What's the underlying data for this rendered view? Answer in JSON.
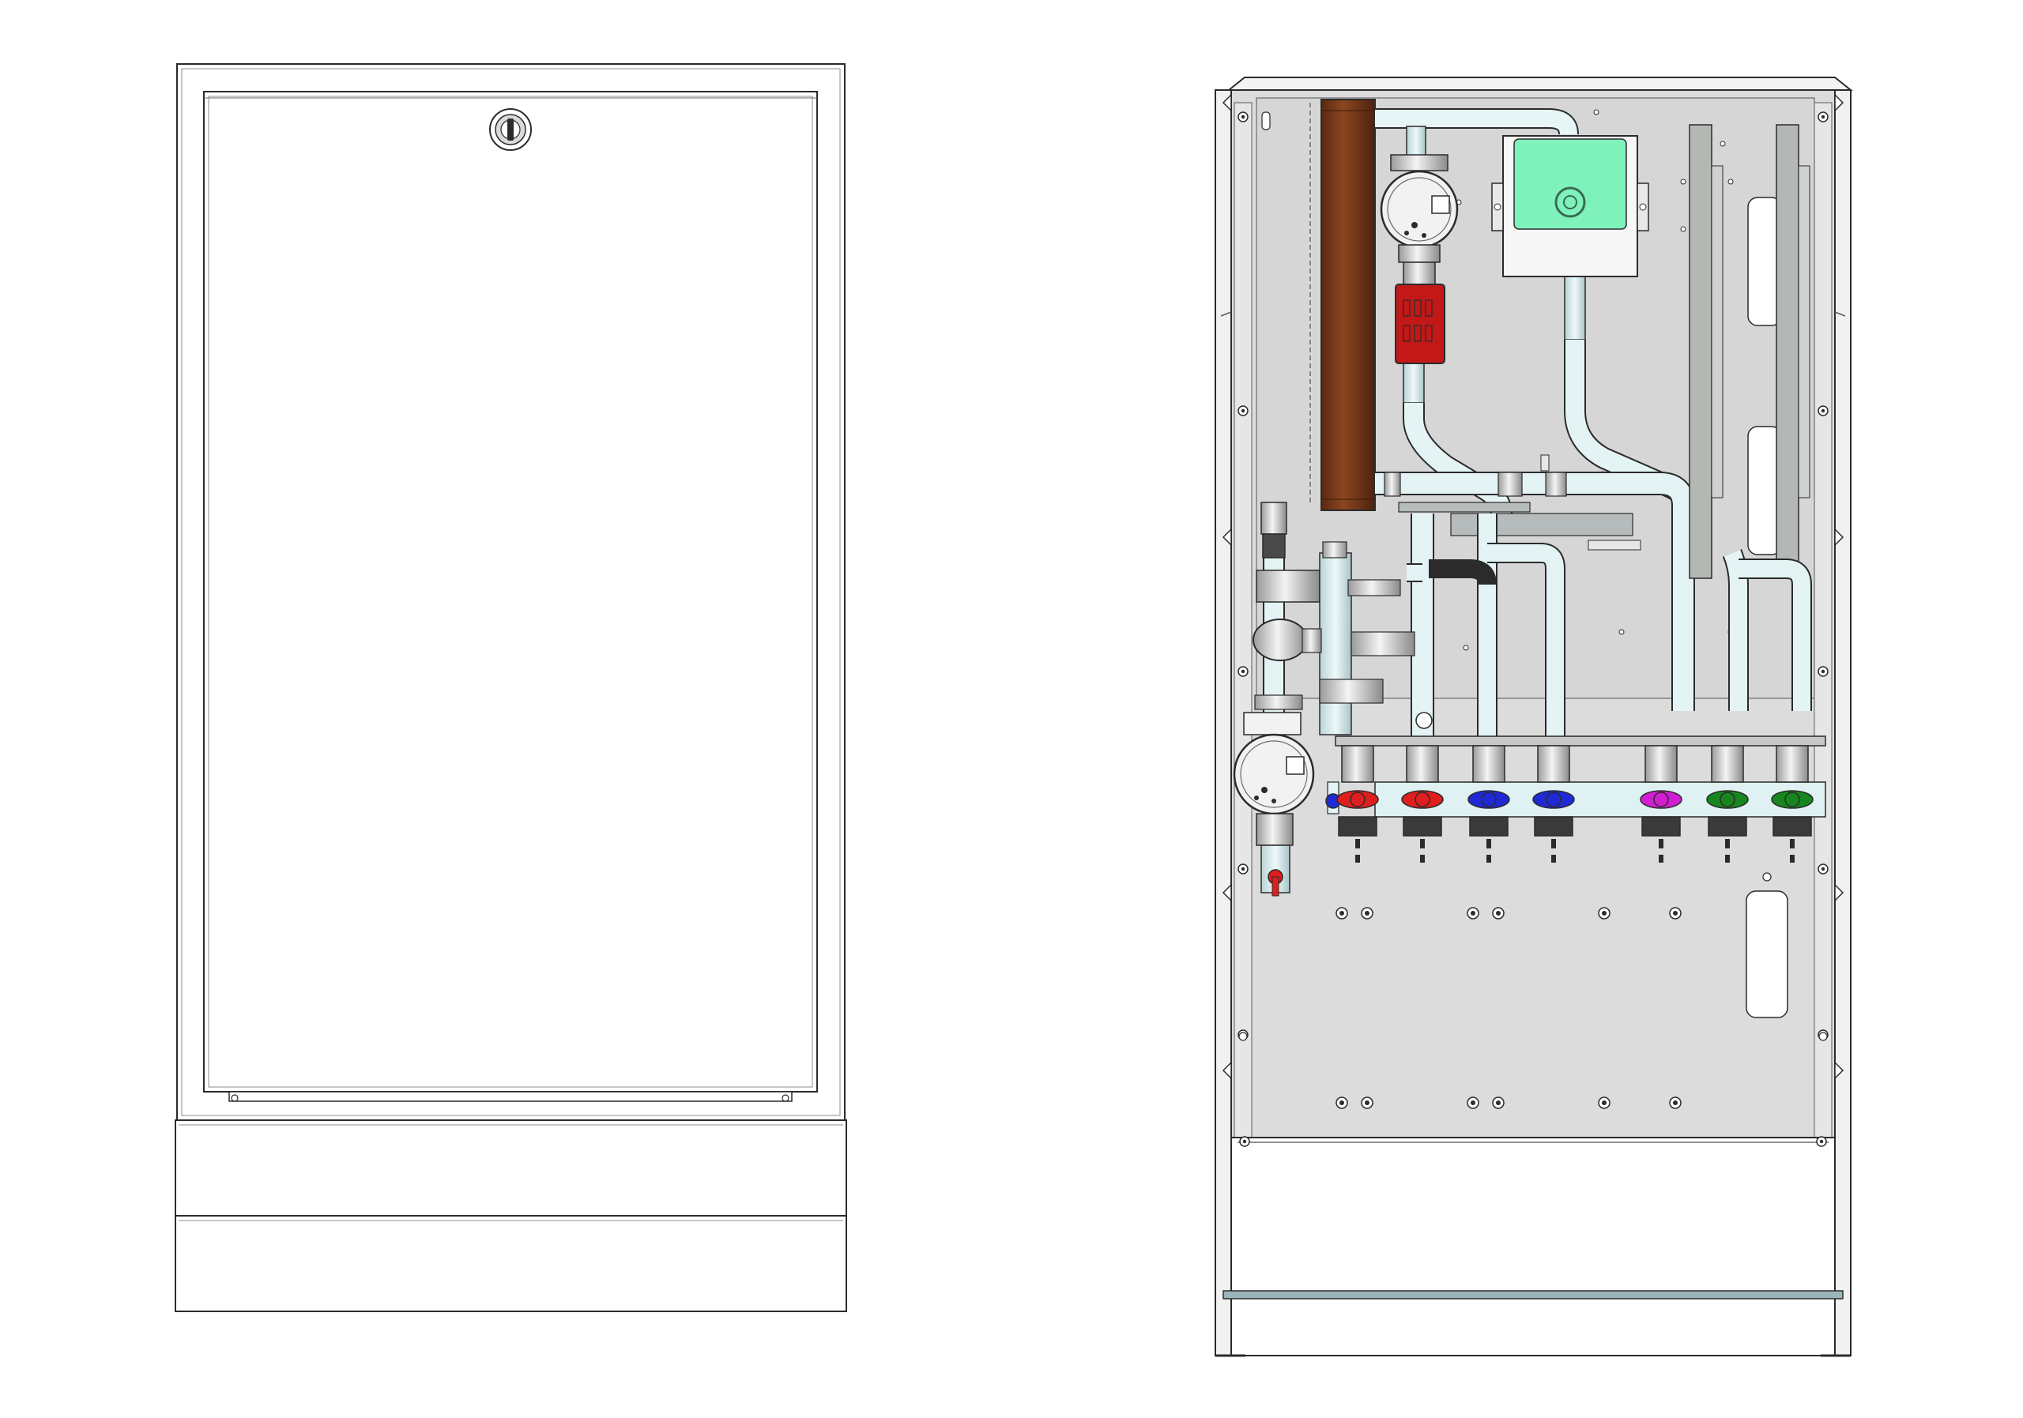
{
  "drawing": {
    "views": [
      "closed-cabinet-front-view",
      "open-cabinet-internal-view"
    ],
    "colors": {
      "outline": "#2b2b2b",
      "panel": "#dcdcdc",
      "frame": "#efefef",
      "pipe": "#dff1f2",
      "pipe_dark": "#9fb9bc",
      "brass": "#c8c8c8",
      "heat_exchanger": "#7a3a18",
      "filter": "#c21818",
      "controller_display": "#7ff2bb",
      "pump_body": "#f2f2f2",
      "valve_red": "#e01e1e",
      "valve_blue": "#1f2ad6",
      "valve_magenta": "#d21ed2",
      "valve_green": "#17861e",
      "rail": "#b4b8b4"
    },
    "icons": [
      "door-lock-icon",
      "pump-icon",
      "ball-valve-icon",
      "controller-icon"
    ],
    "outlet_valve_colors": [
      "valve_red",
      "valve_red",
      "valve_blue",
      "valve_blue",
      "valve_magenta",
      "valve_green",
      "valve_green"
    ]
  }
}
